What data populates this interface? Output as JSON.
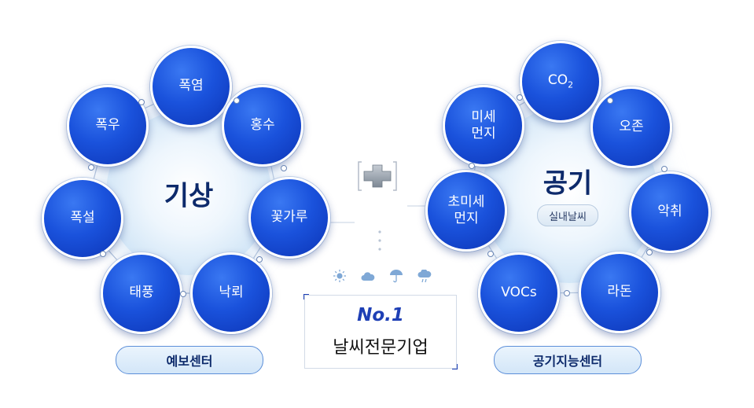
{
  "weather": {
    "hub_title": "기상",
    "nodes": [
      "폭염",
      "홍수",
      "꽃가루",
      "낙뢰",
      "태풍",
      "폭설",
      "폭우"
    ],
    "center_label": "예보센터"
  },
  "air": {
    "hub_title": "공기",
    "hub_badge": "실내날씨",
    "co2_main": "CO",
    "co2_sub": "2",
    "nodes": [
      "오존",
      "악취",
      "라돈",
      "VOCs",
      "초미세\n먼지",
      "미세\n먼지"
    ],
    "center_label": "공기지능센터"
  },
  "badge": {
    "title": "No.1",
    "subtitle": "날씨전문기업"
  },
  "icons": [
    "sun-icon",
    "cloud-icon",
    "umbrella-icon",
    "cloud-rain-icon"
  ],
  "colors": {
    "node_blue": "#1a52dc",
    "navy_text": "#0d2a6b",
    "accent_blue": "#1e3fb5"
  }
}
